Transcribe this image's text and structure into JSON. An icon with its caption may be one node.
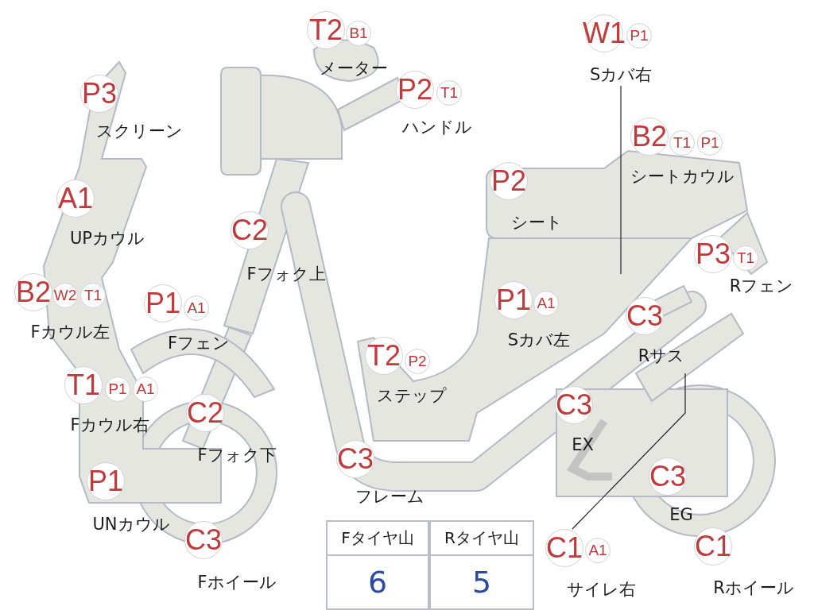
{
  "diagram": {
    "nodes": [
      {
        "text": [
          "P3"
        ],
        "beside": [
          "スクリーン"
        ]
      },
      {
        "text": [
          "A1"
        ],
        "beside": [
          "UPカウル"
        ]
      },
      {
        "text": [
          "B2"
        ],
        "beside": [
          "Fカウル左"
        ]
      },
      {
        "text": [
          "W2"
        ]
      },
      {
        "text": [
          "T1"
        ]
      },
      {
        "text": [
          "P1"
        ],
        "beside": [
          "Fフェン"
        ]
      },
      {
        "text": [
          "A1"
        ]
      },
      {
        "text": [
          "T1"
        ],
        "beside": [
          "Fカウル右"
        ]
      },
      {
        "text": [
          "P1"
        ]
      },
      {
        "text": [
          "A1"
        ]
      },
      {
        "text": [
          "C2"
        ],
        "beside": [
          "Fフォク下"
        ]
      },
      {
        "text": [
          "P1"
        ],
        "beside": [
          "UNカウル"
        ]
      },
      {
        "text": [
          "C3"
        ],
        "beside": [
          "Fホイール"
        ]
      },
      {
        "text": [
          "C2"
        ],
        "beside": [
          "Fフォク上"
        ]
      },
      {
        "text": [
          "T2"
        ],
        "beside": [
          "メーター"
        ]
      },
      {
        "text": [
          "B1"
        ]
      },
      {
        "text": [
          "P2"
        ],
        "beside": [
          "ハンドル"
        ]
      },
      {
        "text": [
          "T1"
        ]
      },
      {
        "text": [
          "W1"
        ]
      },
      {
        "text": [
          "P1"
        ]
      },
      {
        "text": [
          "Sカバ右"
        ]
      },
      {
        "text": [
          "B2"
        ],
        "beside": [
          "シートカウル"
        ]
      },
      {
        "text": [
          "T1"
        ]
      },
      {
        "text": [
          "P1"
        ]
      },
      {
        "text": [
          "P2"
        ],
        "beside": [
          "シート"
        ]
      },
      {
        "text": [
          "P3"
        ],
        "beside": [
          "Rフェン"
        ]
      },
      {
        "text": [
          "T1"
        ]
      },
      {
        "text": [
          "P1"
        ],
        "beside": [
          "Sカバ左"
        ]
      },
      {
        "text": [
          "A1"
        ]
      },
      {
        "text": [
          "T2"
        ],
        "beside": [
          "ステップ"
        ]
      },
      {
        "text": [
          "P2"
        ]
      },
      {
        "text": [
          "C3"
        ],
        "beside": [
          "Rサス"
        ]
      },
      {
        "text": [
          "C3"
        ],
        "beside": [
          "EX"
        ]
      },
      {
        "text": [
          "C3"
        ],
        "beside": [
          "EG"
        ]
      },
      {
        "text": [
          "C3"
        ],
        "beside": [
          "フレーム"
        ]
      },
      {
        "text": [
          "C1"
        ],
        "beside": [
          "サイレ右"
        ]
      },
      {
        "text": [
          "A1"
        ]
      },
      {
        "text": [
          "C1"
        ],
        "beside": [
          "Rホイール"
        ]
      }
    ],
    "edges": [
      {
        "from": 20,
        "to": null,
        "arrow": "none"
      },
      {
        "from": 35,
        "to": null,
        "arrow": "none"
      }
    ],
    "labels": [
      "Fタイヤ山",
      "Rタイヤ山",
      "6",
      "5"
    ]
  }
}
